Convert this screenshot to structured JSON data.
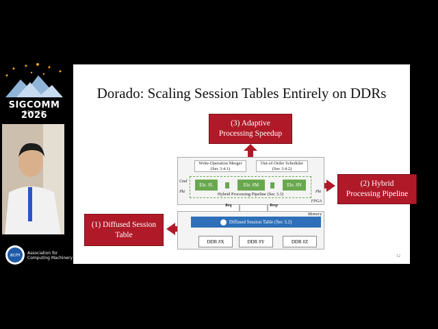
{
  "sidebar": {
    "conference": "SIGCOMM 2026",
    "city": "DENVER",
    "org_line1": "Association for",
    "org_line2": "Computing Machinery",
    "acm_logo_text": "acm"
  },
  "slide": {
    "title": "Dorado: Scaling Session Tables Entirely on DDRs",
    "page_number": "12",
    "callouts": {
      "adaptive_line1": "(3) Adaptive",
      "adaptive_line2": "Processing Speedup",
      "hybrid_line1": "(2) Hybrid",
      "hybrid_line2": "Processing Pipeline",
      "diffused_line1": "(1) Diffused Session",
      "diffused_line2": "Table"
    },
    "diagram": {
      "write_merger_line1": "Write-Operation Merger",
      "write_merger_line2": "(Sec 3.4.1)",
      "ooo_scheduler_line1": "Out-of-Order Scheduler",
      "ooo_scheduler_line2": "(Sec 3.4.2)",
      "ele_l": "Ele. #L",
      "ele_m": "Ele. #M",
      "ele_n": "Ele. #N",
      "pipeline_label": "Hybrid Processing Pipeline (Sec 3.3)",
      "cmd": "Cmd",
      "pkt_in": "Pkt",
      "pkt_out": "Pkt",
      "fpga": "FPGA",
      "req": "Req",
      "resp": "Resp",
      "memory": "Memory",
      "session_table": "Diffused Session Table (Sec 3.2)",
      "ddr_x": "DDR #X",
      "ddr_y": "DDR #Y",
      "ddr_z": "DDR #Z"
    }
  }
}
